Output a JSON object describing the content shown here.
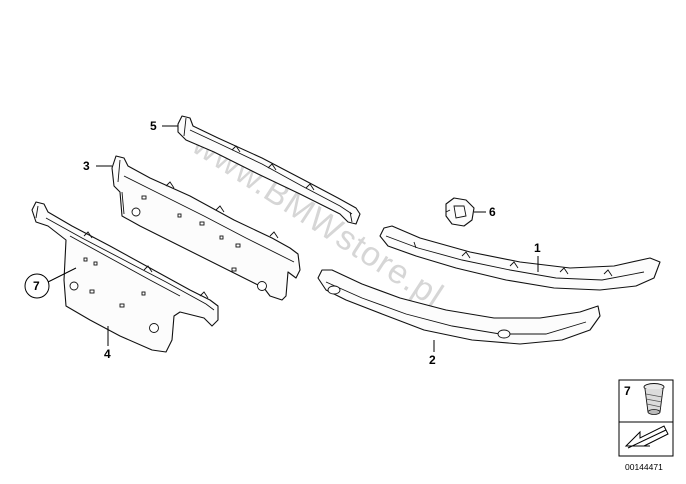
{
  "watermark": "www.BMWstore.pl",
  "diagram_id": "00144471",
  "parts": [
    {
      "number": "1"
    },
    {
      "number": "2"
    },
    {
      "number": "3"
    },
    {
      "number": "4"
    },
    {
      "number": "5"
    },
    {
      "number": "6"
    },
    {
      "number": "7"
    }
  ],
  "legend": {
    "part_number": "7",
    "icon": "rivet-nut-icon",
    "arrow_icon": "navigation-arrow-icon"
  }
}
